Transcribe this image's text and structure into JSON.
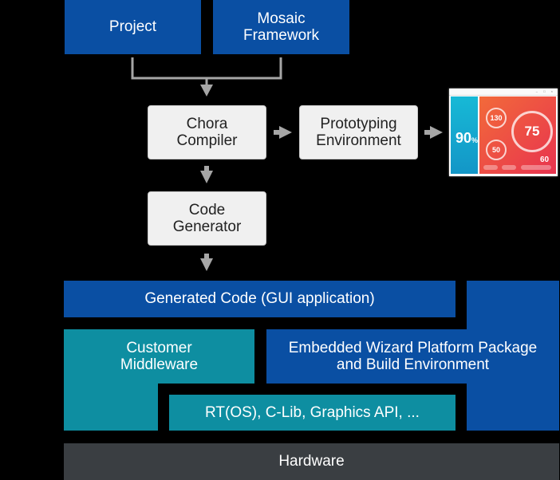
{
  "boxes": {
    "project": "Project",
    "mosaic": "Mosaic\nFramework",
    "chora": "Chora\nCompiler",
    "prototyping": "Prototyping\nEnvironment",
    "codegen": "Code\nGenerator",
    "generated": "Generated Code (GUI application)",
    "middleware": "Customer\nMiddleware",
    "platform": "Embedded Wizard Platform Package\nand Build Environment",
    "rtos": "RT(OS), C-Lib, Graphics API, ...",
    "hardware": "Hardware"
  },
  "app_preview": {
    "humidity": "90",
    "humidity_unit": "%",
    "gauge_small_top": "130",
    "gauge_small_bottom": "50",
    "gauge_big": "75",
    "readout": "60"
  },
  "colors": {
    "blue": "#0a4fa3",
    "teal": "#0e8ea1",
    "hardware": "#3a3e42",
    "arrow": "#a6a6a6"
  }
}
